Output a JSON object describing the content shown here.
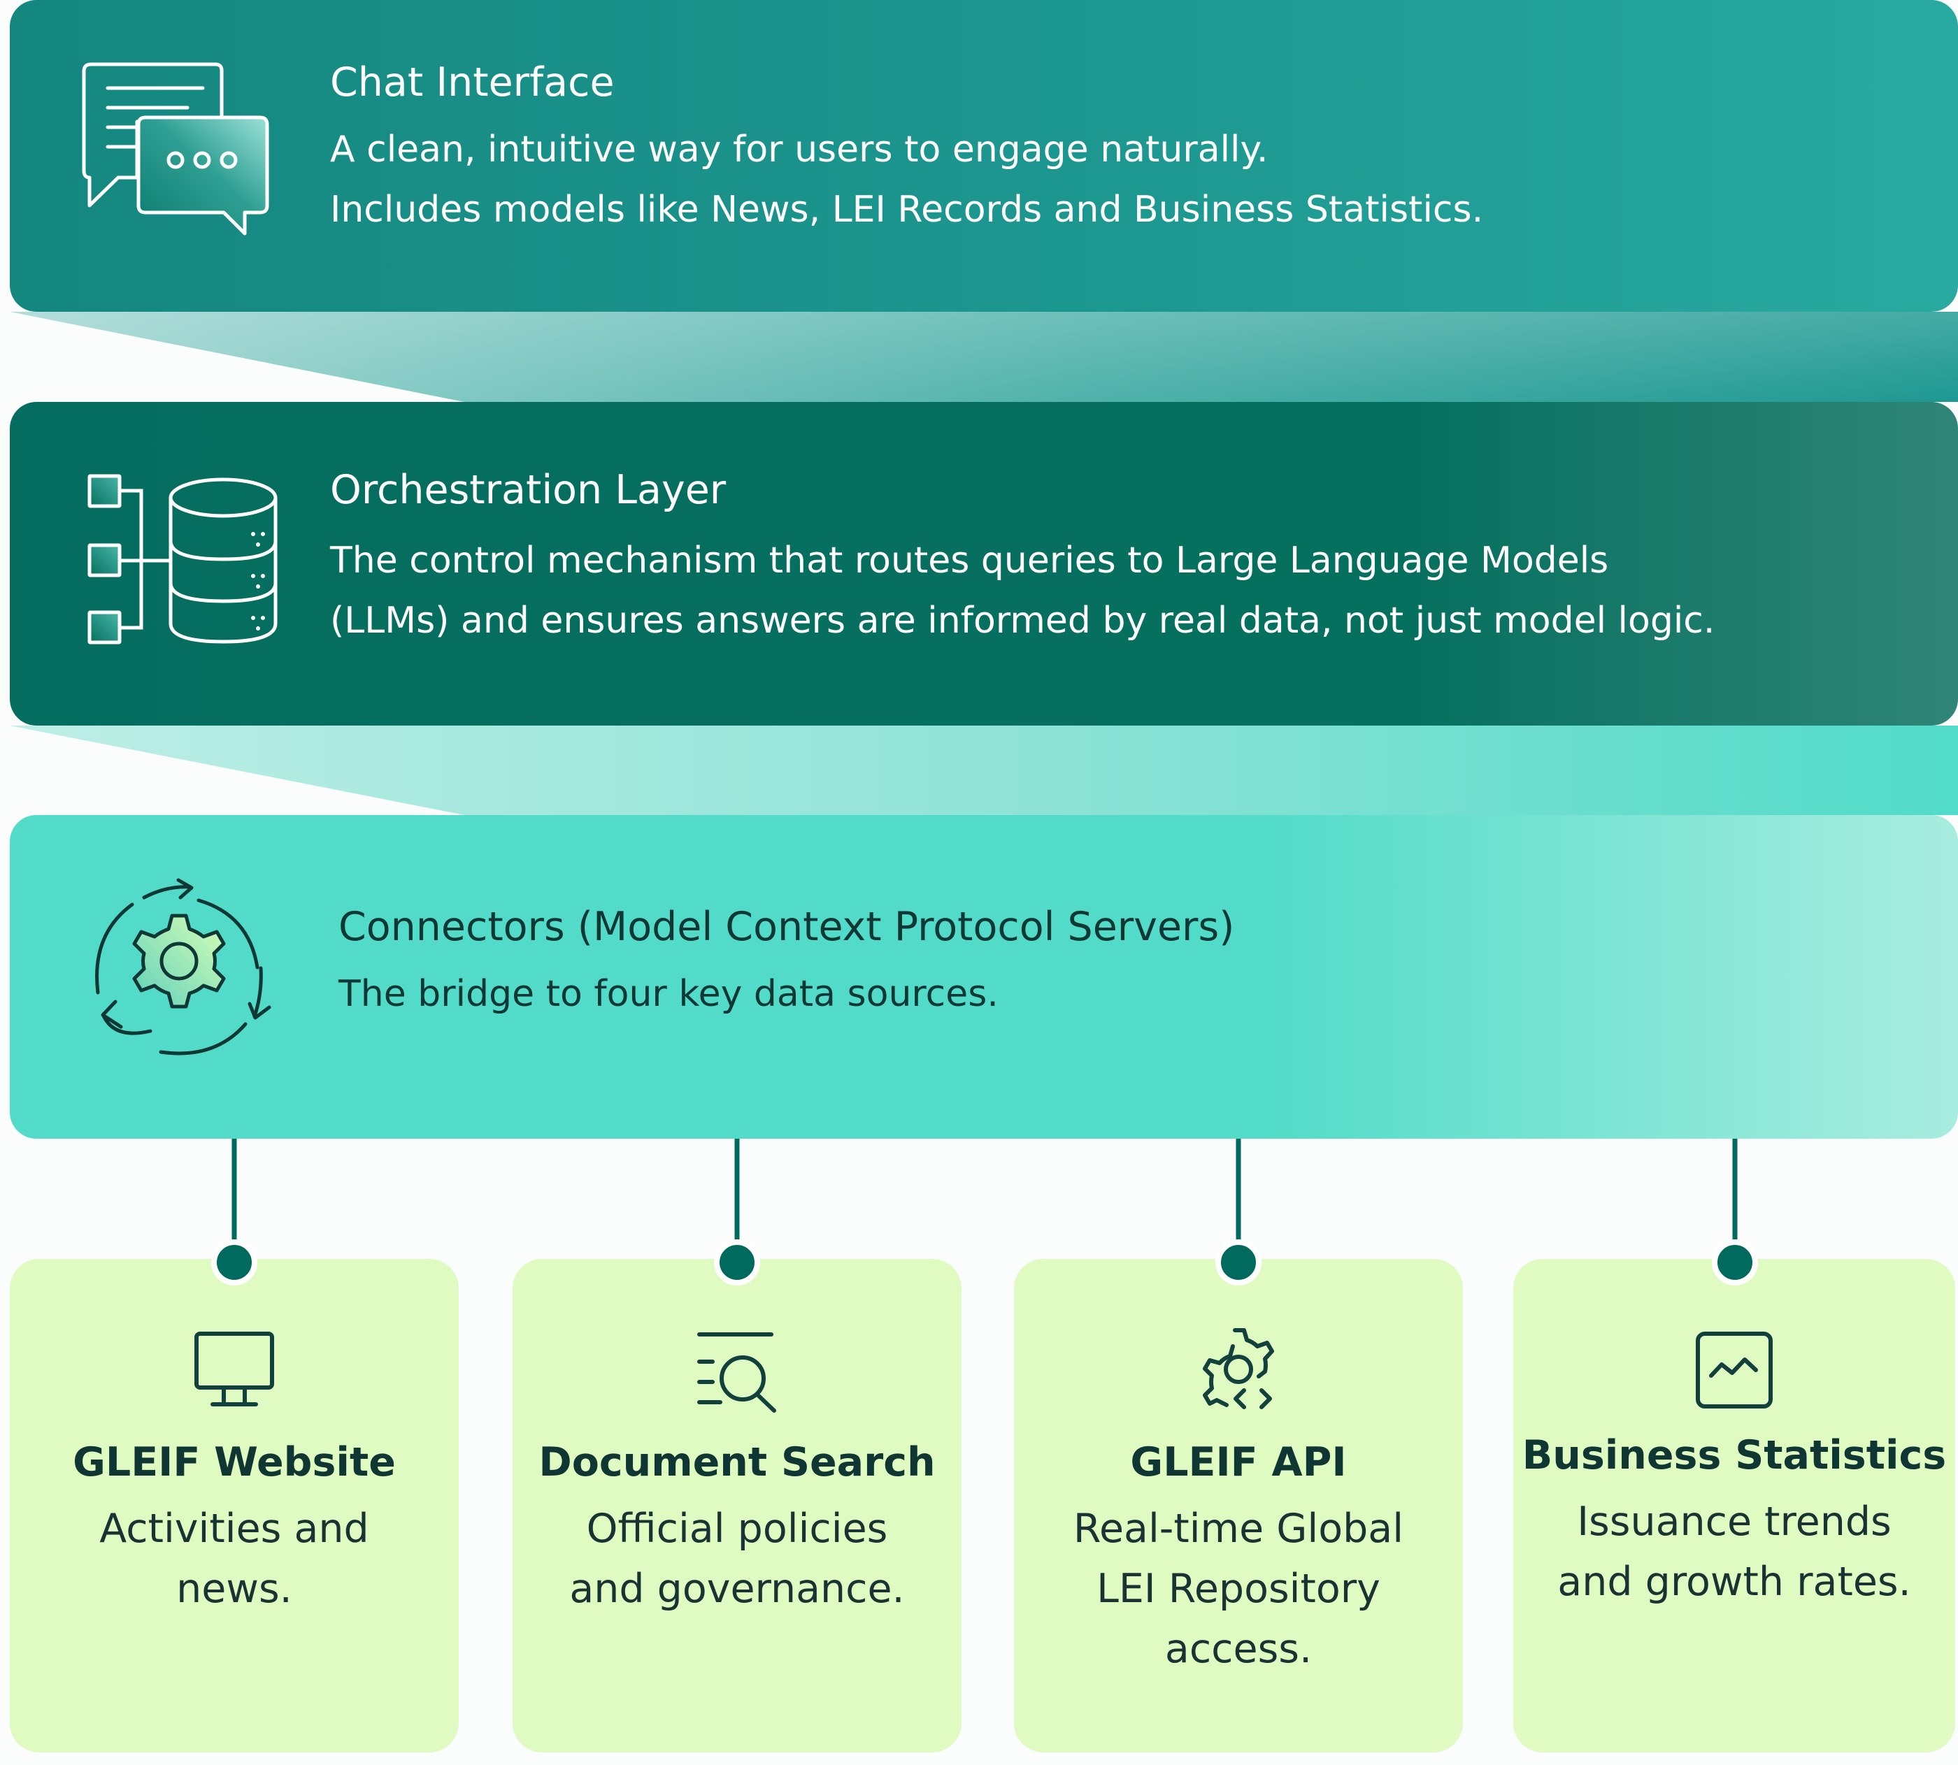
{
  "layers": {
    "chat": {
      "title": "Chat Interface",
      "desc": [
        "A clean, intuitive way for users to engage naturally.",
        "Includes models like News, LEI Records and Business Statistics."
      ],
      "icon": "chat-bubbles-icon"
    },
    "orchestration": {
      "title": "Orchestration Layer",
      "desc": [
        "The control mechanism that routes queries to Large Language Models",
        "(LLMs) and ensures answers are informed by real data, not just model logic."
      ],
      "icon": "database-hierarchy-icon"
    },
    "connectors": {
      "title": "Connectors (Model Context Protocol Servers)",
      "desc": [
        "The bridge to four key data sources."
      ],
      "icon": "gear-cycle-icon"
    }
  },
  "sources": [
    {
      "title": "GLEIF Website",
      "desc": [
        "Activities and",
        "news."
      ],
      "icon": "monitor-icon"
    },
    {
      "title": "Document Search",
      "desc": [
        "Official policies",
        "and governance."
      ],
      "icon": "search-list-icon"
    },
    {
      "title": "GLEIF API",
      "desc": [
        "Real-time Global",
        "LEI Repository",
        "access."
      ],
      "icon": "gear-code-icon"
    },
    {
      "title": "Business Statistics",
      "desc": [
        "Issuance trends",
        "and growth rates."
      ],
      "icon": "chart-line-icon"
    }
  ],
  "colors": {
    "chat_card": "#1d9891",
    "orchestration_card": "#06705f",
    "connectors_card": "#51dbc8",
    "source_card": "#e0fbc2",
    "connector_line": "#006a5e",
    "dark_text": "#103634"
  }
}
